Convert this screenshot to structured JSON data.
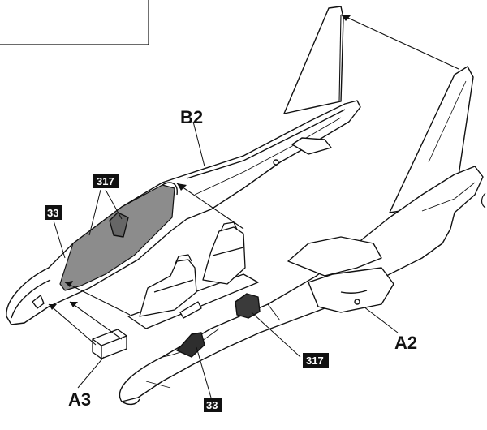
{
  "labels": {
    "b2": "B2",
    "a2": "A2",
    "a3": "A3"
  },
  "paint_refs": {
    "ref_317_top": "317",
    "ref_33_left": "33",
    "ref_317_right": "317",
    "ref_33_bottom": "33"
  },
  "colors": {
    "line": "#111111",
    "paint_grey": "#8c8c8c",
    "dark_part": "#3a3a3a",
    "tag_bg": "#111111",
    "tag_text": "#ffffff"
  }
}
